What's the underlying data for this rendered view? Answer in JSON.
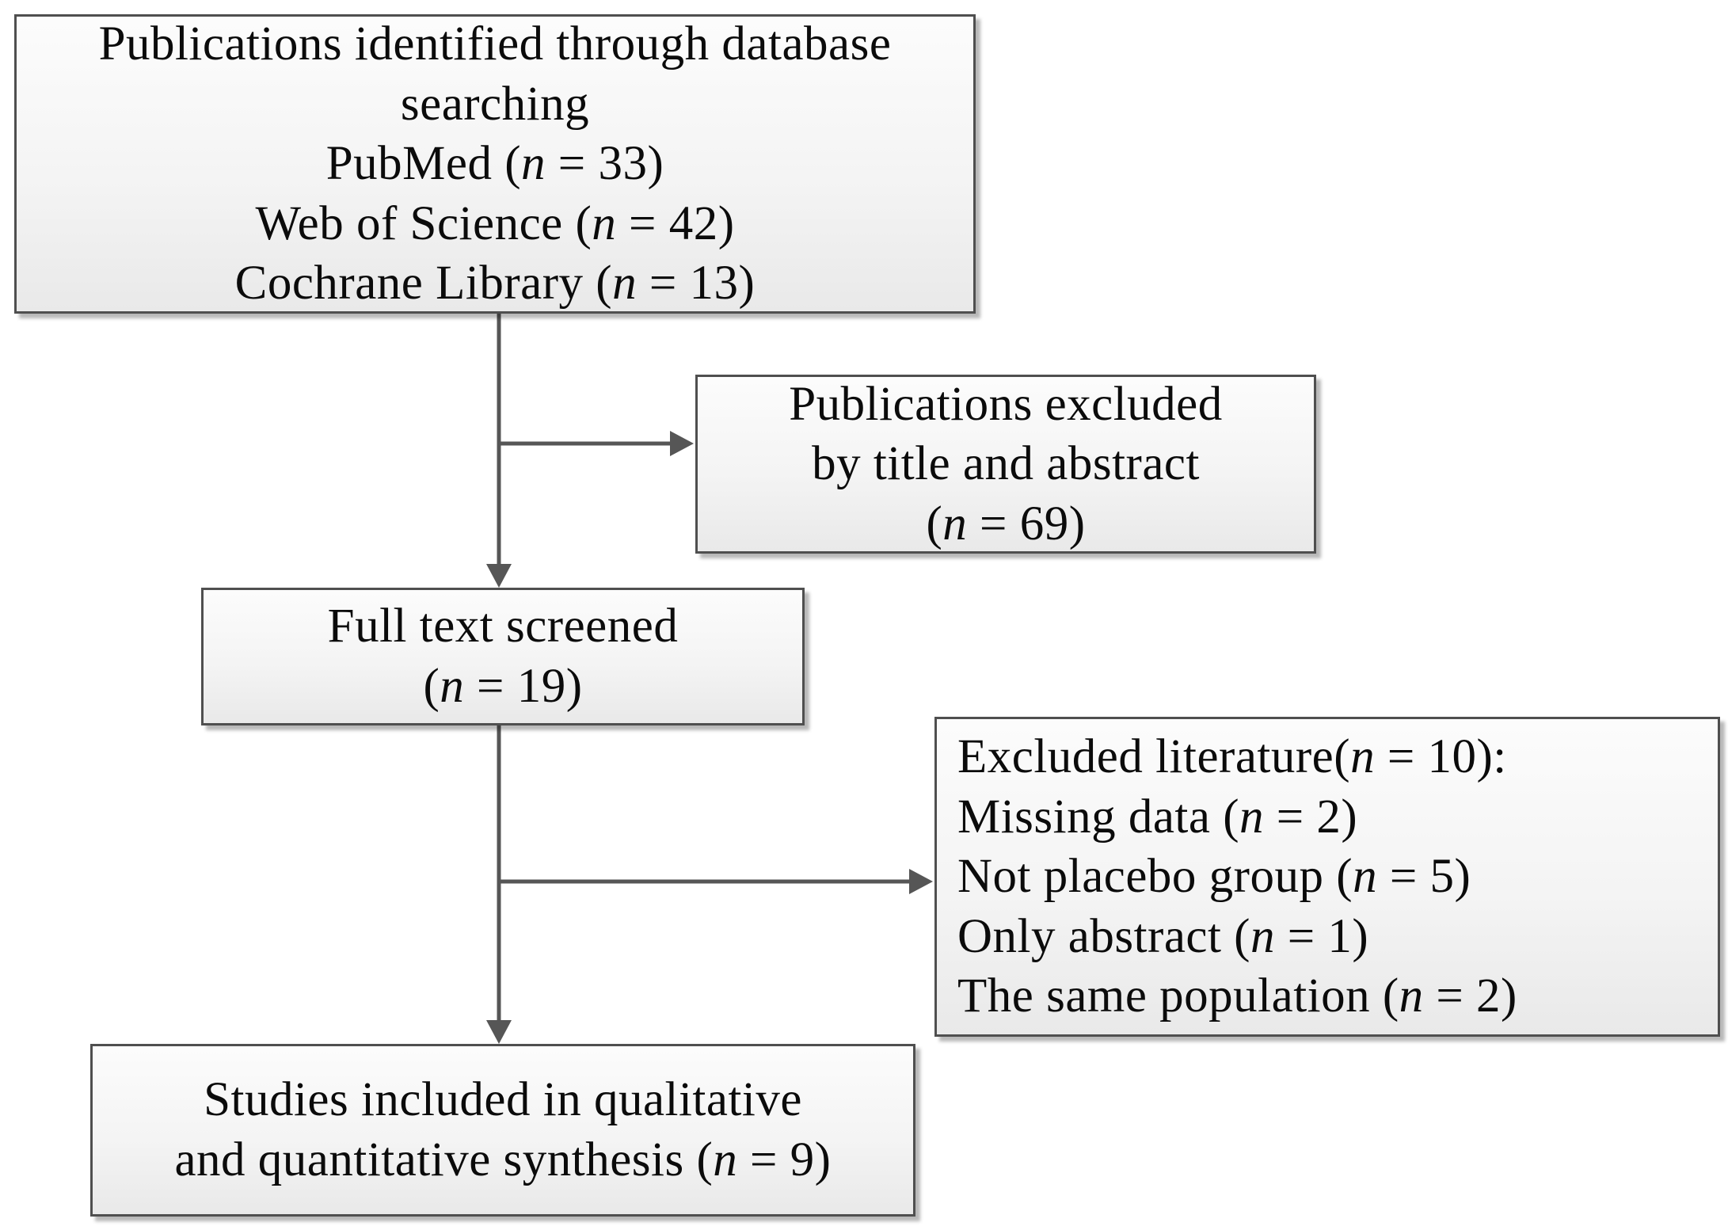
{
  "flowchart": {
    "boxes": [
      {
        "id": "identification",
        "lines": [
          "Publications identified through database",
          "searching",
          "PubMed (n = 33)",
          "Web of Science (n = 42)",
          "Cochrane Library (n = 13)"
        ]
      },
      {
        "id": "excluded-title-abstract",
        "lines": [
          "Publications excluded",
          "by title and abstract",
          "(n = 69)"
        ]
      },
      {
        "id": "full-text-screened",
        "lines": [
          "Full text screened",
          "(n = 19)"
        ]
      },
      {
        "id": "excluded-literature",
        "lines": [
          "Excluded literature(n = 10):",
          "Missing data (n = 2)",
          "Not placebo group (n = 5)",
          "Only abstract (n = 1)",
          "The same population (n = 2)"
        ]
      },
      {
        "id": "included-synthesis",
        "lines": [
          "Studies included in qualitative",
          "and quantitative synthesis (n = 9)"
        ]
      }
    ],
    "colors": {
      "line": "#565656",
      "box_border": "#4f4f4f",
      "box_fill_top": "#fcfcfc",
      "box_fill_bottom": "#e9e9e9",
      "text": "#0b0b0b",
      "background": "#ffffff"
    }
  }
}
